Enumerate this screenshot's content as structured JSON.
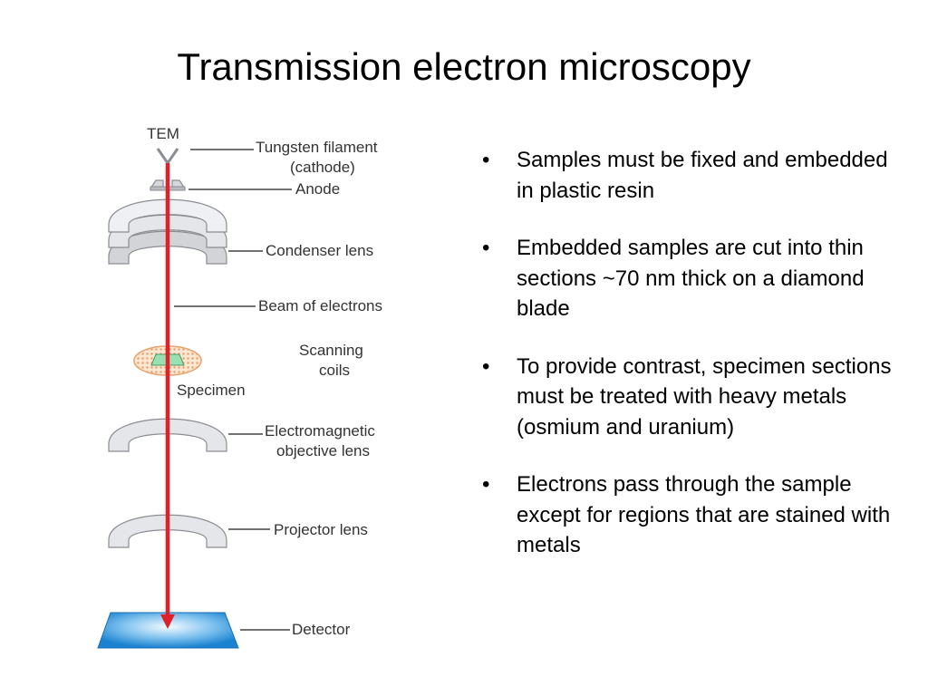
{
  "slide": {
    "title": "Transmission electron microscopy"
  },
  "diagram": {
    "heading": "TEM",
    "labels": {
      "filament_line1": "Tungsten filament",
      "filament_line2": "(cathode)",
      "anode": "Anode",
      "condenser": "Condenser lens",
      "beam": "Beam of electrons",
      "scanning_line1": "Scanning",
      "scanning_line2": "coils",
      "specimen": "Specimen",
      "objective_line1": "Electromagnetic",
      "objective_line2": "objective lens",
      "projector": "Projector lens",
      "detector": "Detector"
    },
    "colors": {
      "beam": "#e0202a",
      "lens_fill": "#e4e6ea",
      "lens_stroke": "#8a8d93",
      "specimen_ring": "#f2b98a",
      "specimen_grid": "#9be0b0",
      "detector": "#1a82d0"
    }
  },
  "bullets": [
    "Samples must be fixed and embedded in plastic resin",
    "Embedded samples are cut into thin sections ~70 nm thick on a diamond blade",
    "To provide contrast, specimen sections must be treated with heavy metals (osmium and uranium)",
    "Electrons pass through the sample except for regions that are stained with metals"
  ]
}
